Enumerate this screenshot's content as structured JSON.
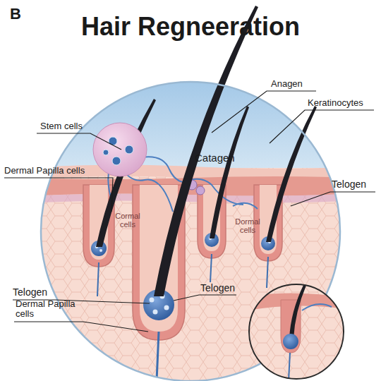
{
  "diagram": {
    "title": "Hair Regneeration",
    "labels": [
      "B",
      "Anagen",
      "Keratinocytes",
      "Stem cells",
      "Dermal Papilla cells",
      "Catagen",
      "Telogen",
      "Cormal cells",
      "Dormal cells",
      "Telogen",
      "Telogen",
      "Dermal Papilla cells"
    ]
  }
}
